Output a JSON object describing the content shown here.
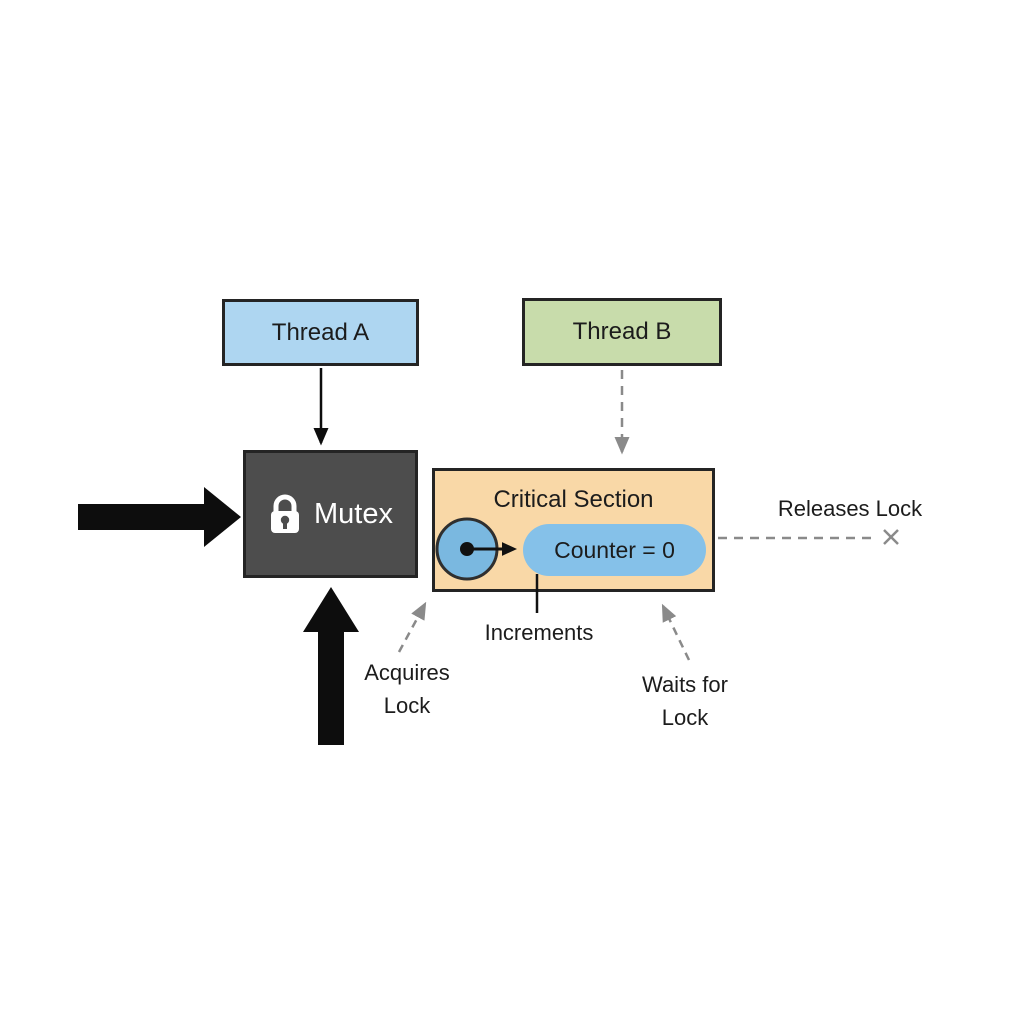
{
  "diagram": {
    "nodes": {
      "thread_a": {
        "label": "Thread A"
      },
      "thread_b": {
        "label": "Thread B"
      },
      "mutex": {
        "label": "Mutex",
        "icon": "lock-icon"
      },
      "critical_section": {
        "title": "Critical Section"
      },
      "counter": {
        "value": "Counter = 0"
      }
    },
    "annotations": {
      "releases_lock": "Releases Lock",
      "increments": "Increments",
      "acquires_lock": "Acquires Lock",
      "waits_for_lock": "Waits for Lock"
    },
    "colors": {
      "thread_a_fill": "#aed6f1",
      "thread_b_fill": "#c8dcab",
      "mutex_fill": "#4d4d4d",
      "critical_section_fill": "#f9d8a7",
      "counter_fill": "#85c1e9",
      "circle_fill": "#7ab8e0",
      "border": "#242424",
      "dashed_gray": "#8a8a8a",
      "solid_black": "#0d0d0d"
    }
  }
}
